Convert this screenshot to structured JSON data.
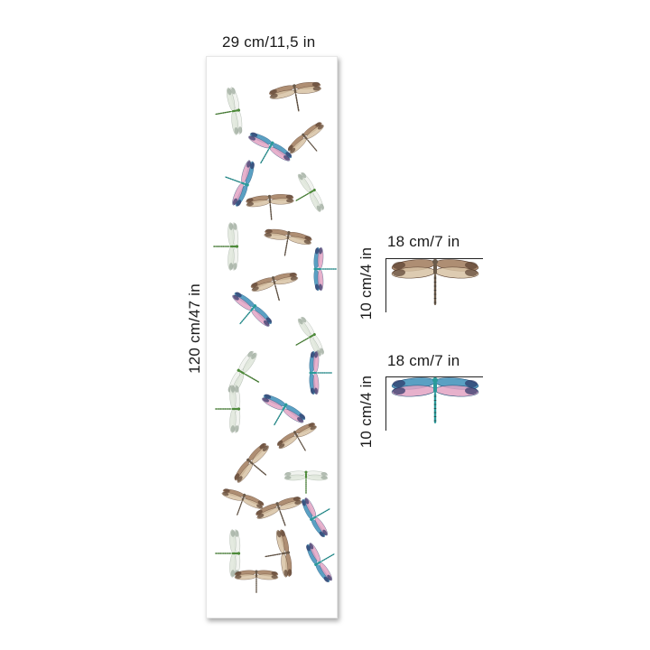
{
  "panel": {
    "width_label": "29 cm/11,5 in",
    "height_label": "120 cm/47 in"
  },
  "sample_brown": {
    "width_label": "18 cm/7 in",
    "height_label": "10 cm/4 in"
  },
  "sample_blue": {
    "width_label": "18 cm/7 in",
    "height_label": "10 cm/4 in"
  },
  "colors": {
    "brown_wing": "#a07a5a",
    "tan_wing": "#d7c2a3",
    "blue_wing": "#3d8fb8",
    "teal_body": "#2a9a9a",
    "pink_wing": "#e3a3c3",
    "clear_wing": "#eef1ec",
    "green_body": "#4e8a3a",
    "navy_tip": "#2b3566"
  }
}
